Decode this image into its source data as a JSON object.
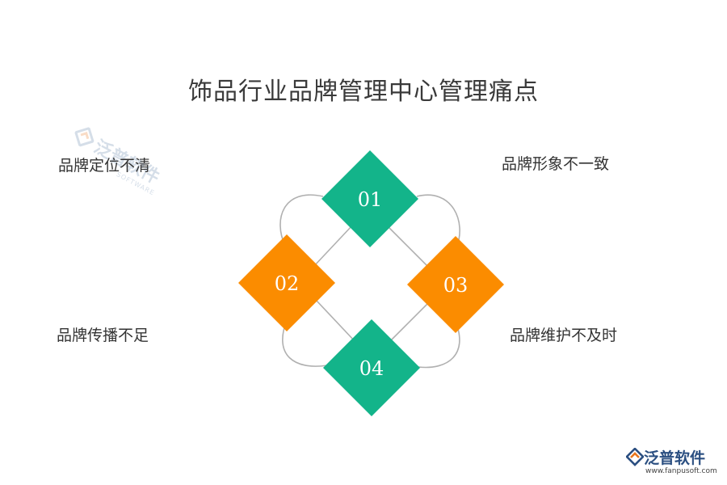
{
  "title": "饰品行业品牌管理中心管理痛点",
  "items": [
    {
      "number": "01",
      "label": "品牌定位不清",
      "color": "#13b48a"
    },
    {
      "number": "02",
      "label": "品牌传播不足",
      "color": "#fb8c00"
    },
    {
      "number": "03",
      "label": "品牌形象不一致",
      "color": "#fb8c00"
    },
    {
      "number": "04",
      "label": "品牌维护不及时",
      "color": "#13b48a"
    }
  ],
  "watermark": {
    "text": "泛普软件",
    "subtext": "SOFTWARE"
  },
  "brand": {
    "name": "泛普软件",
    "url": "www.fanpusoft.com",
    "icon": "fanpu-logo-icon"
  },
  "colors": {
    "connector": "#b0b0b0",
    "title": "#3a3a3a",
    "label": "#333333"
  }
}
